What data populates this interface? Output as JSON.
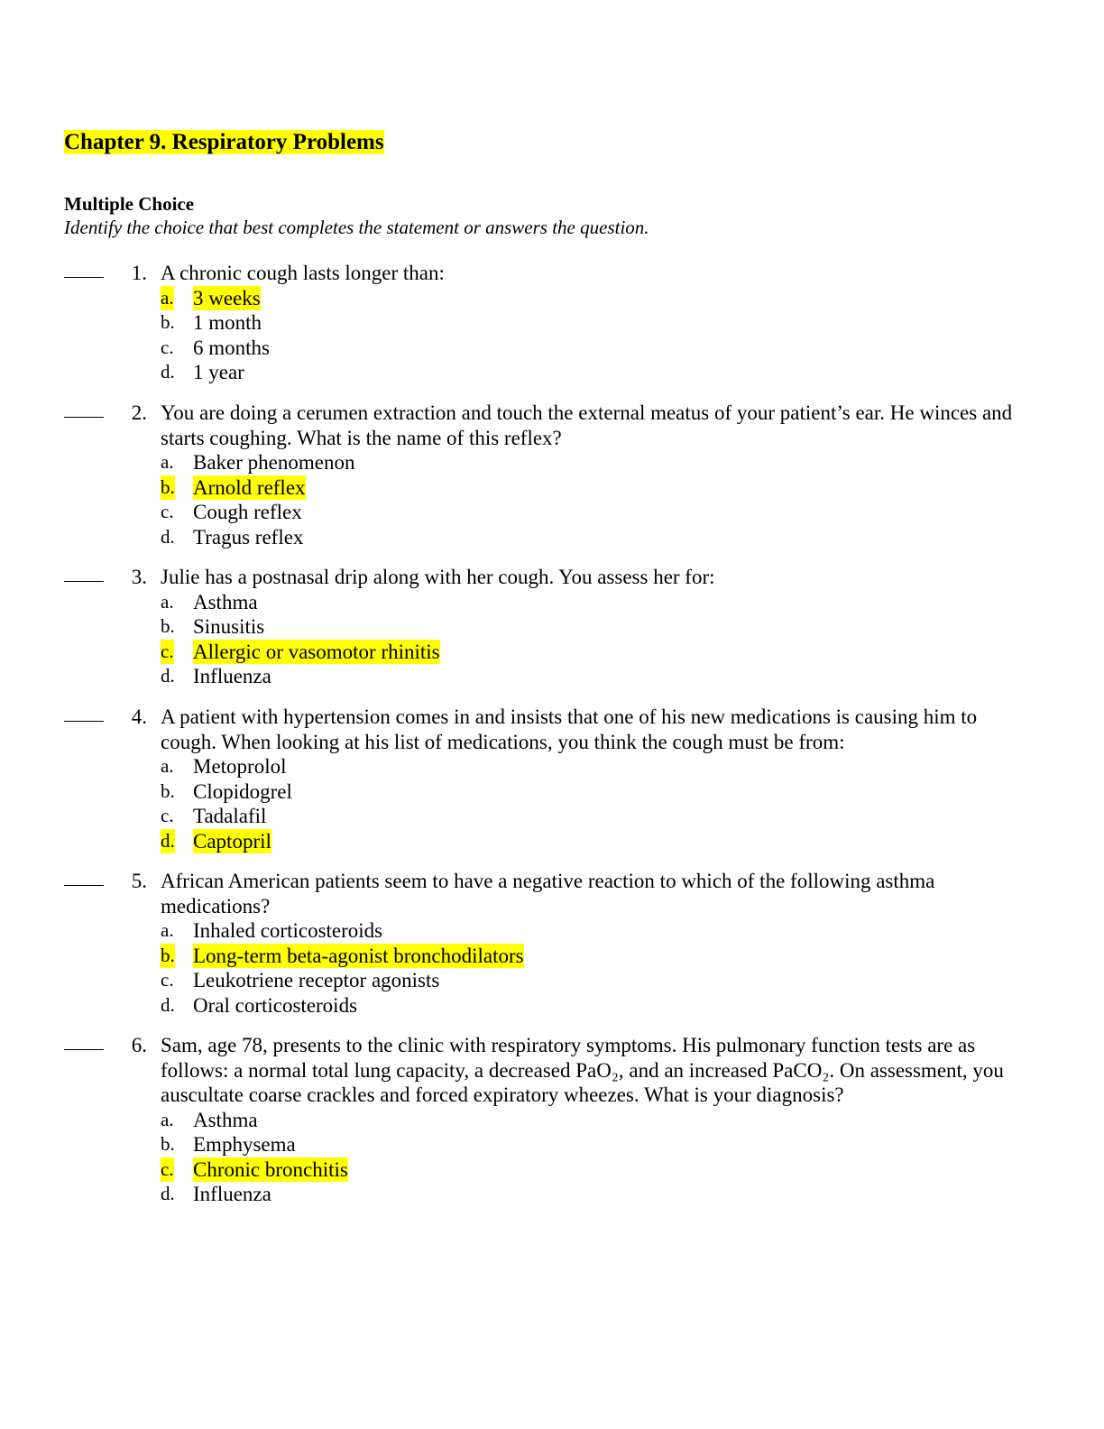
{
  "document": {
    "title": "Chapter 9. Respiratory Problems",
    "section_title": "Multiple Choice",
    "instructions": "Identify the choice that best completes the statement or answers the question.",
    "answer_blank": "____",
    "highlight_color": "#ffff00",
    "questions": [
      {
        "number": "1.",
        "text": "A chronic cough lasts longer than:",
        "options": [
          {
            "letter": "a.",
            "text": "3 weeks",
            "highlighted": true
          },
          {
            "letter": "b.",
            "text": "1 month",
            "highlighted": false
          },
          {
            "letter": "c.",
            "text": "6 months",
            "highlighted": false
          },
          {
            "letter": "d.",
            "text": "1 year",
            "highlighted": false
          }
        ]
      },
      {
        "number": "2.",
        "text": "You are doing a cerumen extraction and touch the external meatus of your patient’s ear. He winces and starts coughing. What is the name of this reflex?",
        "options": [
          {
            "letter": "a.",
            "text": "Baker phenomenon",
            "highlighted": false
          },
          {
            "letter": "b.",
            "text": "Arnold reflex",
            "highlighted": true
          },
          {
            "letter": "c.",
            "text": "Cough reflex",
            "highlighted": false
          },
          {
            "letter": "d.",
            "text": "Tragus reflex",
            "highlighted": false
          }
        ]
      },
      {
        "number": "3.",
        "text": "Julie has a postnasal drip along with her cough. You assess her for:",
        "options": [
          {
            "letter": "a.",
            "text": "Asthma",
            "highlighted": false
          },
          {
            "letter": "b.",
            "text": "Sinusitis",
            "highlighted": false
          },
          {
            "letter": "c.",
            "text": "Allergic or vasomotor rhinitis",
            "highlighted": true
          },
          {
            "letter": "d.",
            "text": "Influenza",
            "highlighted": false
          }
        ]
      },
      {
        "number": "4.",
        "text": "A patient with hypertension comes in and insists that one of his new medications is causing him to cough. When looking at his list of medications, you think the cough must be from:",
        "options": [
          {
            "letter": "a.",
            "text": "Metoprolol",
            "highlighted": false
          },
          {
            "letter": "b.",
            "text": "Clopidogrel",
            "highlighted": false
          },
          {
            "letter": "c.",
            "text": "Tadalafil",
            "highlighted": false
          },
          {
            "letter": "d.",
            "text": "Captopril",
            "highlighted": true
          }
        ]
      },
      {
        "number": "5.",
        "text": "African American patients seem to have a negative reaction to which of the following asthma medications?",
        "options": [
          {
            "letter": "a.",
            "text": "Inhaled corticosteroids",
            "highlighted": false
          },
          {
            "letter": "b.",
            "text": "Long-term beta-agonist bronchodilators",
            "highlighted": true
          },
          {
            "letter": "c.",
            "text": "Leukotriene receptor agonists",
            "highlighted": false
          },
          {
            "letter": "d.",
            "text": "Oral corticosteroids",
            "highlighted": false
          }
        ]
      },
      {
        "number": "6.",
        "text": "Sam, age 78, presents to the clinic with respiratory symptoms. His pulmonary function tests are as follows: a normal total lung capacity, a decreased PaO₂, and an increased PaCO₂. On assessment, you auscultate coarse crackles and forced expiratory wheezes. What is your diagnosis?",
        "options": [
          {
            "letter": "a.",
            "text": "Asthma",
            "highlighted": false
          },
          {
            "letter": "b.",
            "text": "Emphysema",
            "highlighted": false
          },
          {
            "letter": "c.",
            "text": "Chronic bronchitis",
            "highlighted": true
          },
          {
            "letter": "d.",
            "text": "Influenza",
            "highlighted": false
          }
        ]
      }
    ]
  }
}
